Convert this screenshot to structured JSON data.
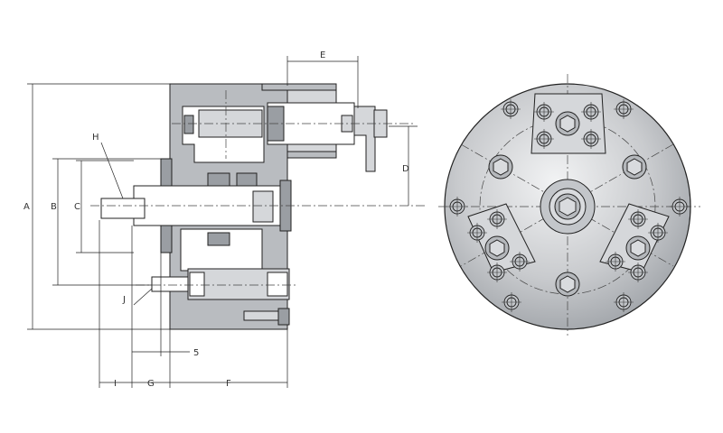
{
  "dimension_labels": {
    "A": "A",
    "B": "B",
    "C": "C",
    "D": "D",
    "E": "E",
    "F": "F",
    "G": "G",
    "H": "H",
    "I": "I",
    "J": "J",
    "five": "5"
  },
  "colors": {
    "line": "#222222",
    "body_fill": "#b9bcc0",
    "face_fill": "#c9cbce"
  }
}
